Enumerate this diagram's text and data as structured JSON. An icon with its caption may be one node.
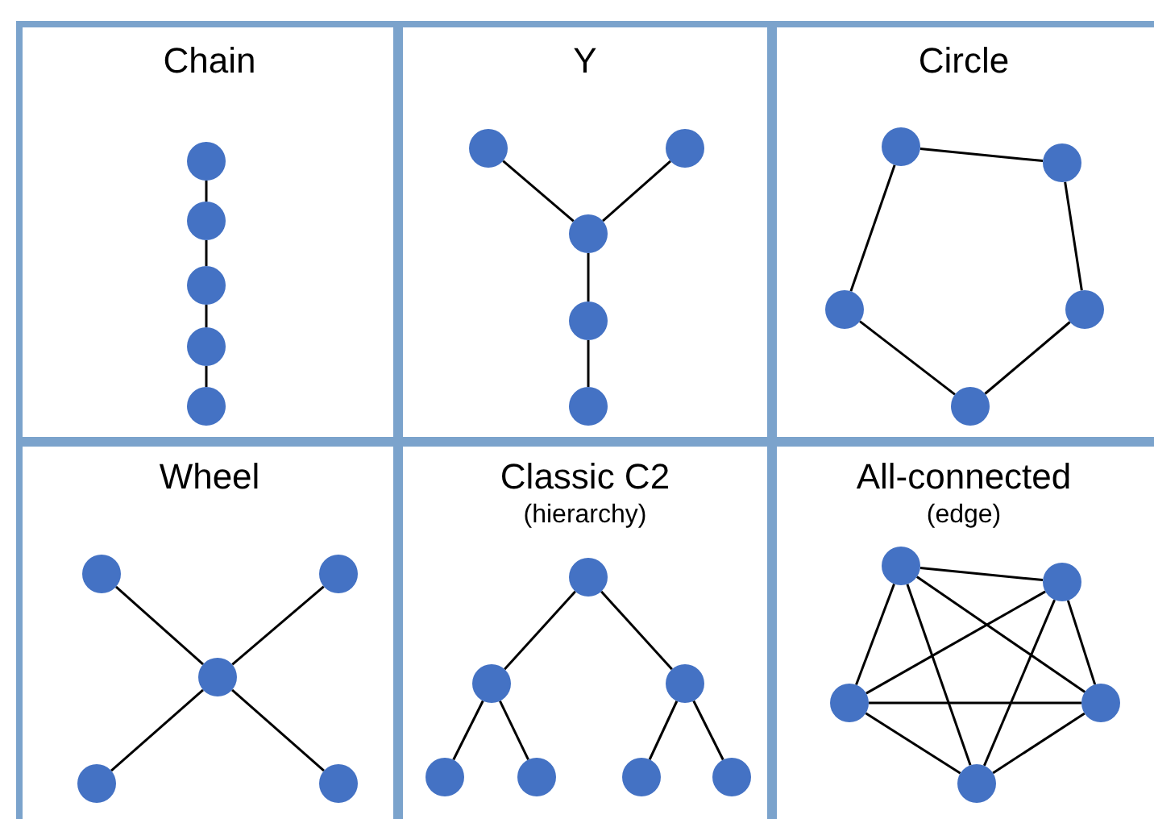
{
  "diagram": {
    "nodes": [
      {
        "text": [
          "Chain"
        ]
      },
      {
        "text": [],
        "shape": "circle",
        "in": 0
      },
      {
        "text": [],
        "shape": "circle",
        "in": 0
      },
      {
        "text": [],
        "shape": "circle",
        "in": 0
      },
      {
        "text": [],
        "shape": "circle",
        "in": 0
      },
      {
        "text": [],
        "shape": "circle",
        "in": 0
      },
      {
        "text": [
          "Y"
        ]
      },
      {
        "text": [],
        "shape": "circle",
        "in": 6
      },
      {
        "text": [],
        "shape": "circle",
        "in": 6
      },
      {
        "text": [],
        "shape": "circle",
        "in": 6
      },
      {
        "text": [],
        "shape": "circle",
        "in": 6
      },
      {
        "text": [],
        "shape": "circle",
        "in": 6
      },
      {
        "text": [
          "Circle"
        ]
      },
      {
        "text": [],
        "shape": "circle",
        "in": 12
      },
      {
        "text": [],
        "shape": "circle",
        "in": 12
      },
      {
        "text": [],
        "shape": "circle",
        "in": 12
      },
      {
        "text": [],
        "shape": "circle",
        "in": 12
      },
      {
        "text": [],
        "shape": "circle",
        "in": 12
      },
      {
        "text": [
          "Wheel"
        ]
      },
      {
        "text": [],
        "shape": "circle",
        "in": 18
      },
      {
        "text": [],
        "shape": "circle",
        "in": 18
      },
      {
        "text": [],
        "shape": "circle",
        "in": 18
      },
      {
        "text": [],
        "shape": "circle",
        "in": 18
      },
      {
        "text": [],
        "shape": "circle",
        "in": 18
      },
      {
        "text": [
          "Classic C2",
          "(hierarchy)"
        ]
      },
      {
        "text": [],
        "shape": "circle",
        "in": 24
      },
      {
        "text": [],
        "shape": "circle",
        "in": 24
      },
      {
        "text": [],
        "shape": "circle",
        "in": 24
      },
      {
        "text": [],
        "shape": "circle",
        "in": 24
      },
      {
        "text": [],
        "shape": "circle",
        "in": 24
      },
      {
        "text": [],
        "shape": "circle",
        "in": 24
      },
      {
        "text": [],
        "shape": "circle",
        "in": 24
      },
      {
        "text": [
          "All-connected",
          "(edge)"
        ]
      },
      {
        "text": [],
        "shape": "circle",
        "in": 32
      },
      {
        "text": [],
        "shape": "circle",
        "in": 32
      },
      {
        "text": [],
        "shape": "circle",
        "in": 32
      },
      {
        "text": [],
        "shape": "circle",
        "in": 32
      },
      {
        "text": [],
        "shape": "circle",
        "in": 32
      }
    ],
    "edges": [
      {
        "from": 1,
        "to": 2,
        "arrow": "none"
      },
      {
        "from": 2,
        "to": 3,
        "arrow": "none"
      },
      {
        "from": 3,
        "to": 4,
        "arrow": "none"
      },
      {
        "from": 4,
        "to": 5,
        "arrow": "none"
      },
      {
        "from": 7,
        "to": 9,
        "arrow": "none"
      },
      {
        "from": 8,
        "to": 9,
        "arrow": "none"
      },
      {
        "from": 9,
        "to": 10,
        "arrow": "none"
      },
      {
        "from": 10,
        "to": 11,
        "arrow": "none"
      },
      {
        "from": 13,
        "to": 14,
        "arrow": "none"
      },
      {
        "from": 14,
        "to": 16,
        "arrow": "none"
      },
      {
        "from": 16,
        "to": 17,
        "arrow": "none"
      },
      {
        "from": 17,
        "to": 15,
        "arrow": "none"
      },
      {
        "from": 15,
        "to": 13,
        "arrow": "none"
      },
      {
        "from": 19,
        "to": 21,
        "arrow": "none"
      },
      {
        "from": 20,
        "to": 21,
        "arrow": "none"
      },
      {
        "from": 21,
        "to": 22,
        "arrow": "none"
      },
      {
        "from": 21,
        "to": 23,
        "arrow": "none"
      },
      {
        "from": 25,
        "to": 26,
        "arrow": "none"
      },
      {
        "from": 25,
        "to": 27,
        "arrow": "none"
      },
      {
        "from": 26,
        "to": 28,
        "arrow": "none"
      },
      {
        "from": 26,
        "to": 29,
        "arrow": "none"
      },
      {
        "from": 27,
        "to": 30,
        "arrow": "none"
      },
      {
        "from": 27,
        "to": 31,
        "arrow": "none"
      },
      {
        "from": 33,
        "to": 34,
        "arrow": "none"
      },
      {
        "from": 33,
        "to": 35,
        "arrow": "none"
      },
      {
        "from": 33,
        "to": 36,
        "arrow": "none"
      },
      {
        "from": 33,
        "to": 37,
        "arrow": "none"
      },
      {
        "from": 34,
        "to": 35,
        "arrow": "none"
      },
      {
        "from": 34,
        "to": 36,
        "arrow": "none"
      },
      {
        "from": 34,
        "to": 37,
        "arrow": "none"
      },
      {
        "from": 35,
        "to": 36,
        "arrow": "none"
      },
      {
        "from": 35,
        "to": 37,
        "arrow": "none"
      },
      {
        "from": 36,
        "to": 37,
        "arrow": "none"
      }
    ]
  }
}
